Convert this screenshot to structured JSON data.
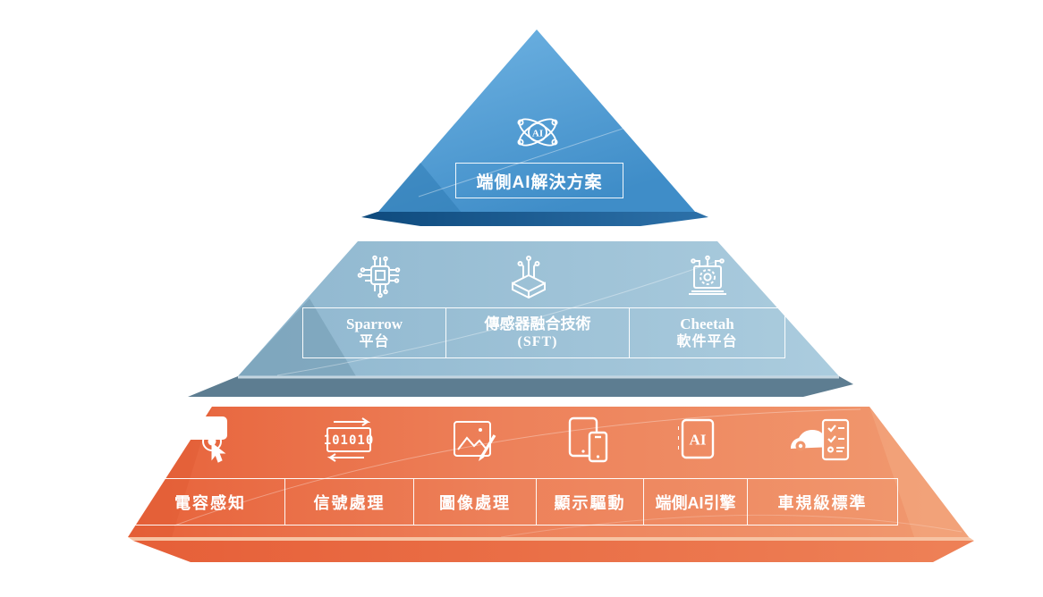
{
  "pyramid": {
    "tier1": {
      "label": "端側AI解決方案",
      "icon": {
        "name": "ai-atom-icon",
        "text": "AI"
      }
    },
    "tier2": {
      "icons": [
        "chip-icon",
        "sensor-fusion-cube-icon",
        "laptop-gear-icon"
      ],
      "cells": [
        {
          "line1": "Sparrow",
          "line2": "平台"
        },
        {
          "line1": "傳感器融合技術",
          "line2": "(SFT)"
        },
        {
          "line1": "Cheetah",
          "line2": "軟件平台"
        }
      ]
    },
    "tier3": {
      "icons": [
        {
          "name": "touch-sensing-icon",
          "text": ""
        },
        {
          "name": "binary-signal-icon",
          "text": "101010"
        },
        {
          "name": "image-processing-icon",
          "text": ""
        },
        {
          "name": "displays-icon",
          "text": ""
        },
        {
          "name": "ai-notebook-icon",
          "text": "AI"
        },
        {
          "name": "car-checklist-icon",
          "text": ""
        }
      ],
      "labels": [
        "電容感知",
        "信號處理",
        "圖像處理",
        "顯示驅動",
        "端側AI引擎",
        "車規級標準"
      ]
    },
    "colors": {
      "tier1_blue_light": "#6cb0e0",
      "tier1_blue_dark": "#4490ca",
      "tier1_base_navy": "#0e4a7d",
      "tier2_blue": "#9cc2d8",
      "tier2_base_slate": "#5d7d91",
      "tier3_orange_deep": "#e7623a",
      "tier3_orange_mid": "#ed815a",
      "tier3_orange_light": "#f19a70",
      "text_white": "#ffffff"
    }
  }
}
